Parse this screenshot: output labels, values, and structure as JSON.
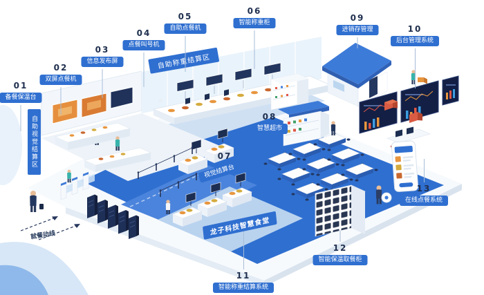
{
  "colors": {
    "accent_blue": "#2f6fd0",
    "number_navy": "#20304f",
    "floor_blue": "#2f6fd0"
  },
  "banners": {
    "weighing_area": "自助称重结算区",
    "vision_area": "自助视觉结算区",
    "floor_brand": "龙子科技智慧食堂",
    "flow_route": "就餐动线"
  },
  "callouts": {
    "c01": {
      "num": "01",
      "label": "备餐保温台"
    },
    "c02": {
      "num": "02",
      "label": "双屏点餐机"
    },
    "c03": {
      "num": "03",
      "label": "信息发布屏"
    },
    "c04": {
      "num": "04",
      "label": "点餐叫号机"
    },
    "c05": {
      "num": "05",
      "label": "自助点餐机"
    },
    "c06": {
      "num": "06",
      "label": "智能称重柜"
    },
    "c07": {
      "num": "07",
      "label": "视觉结算台"
    },
    "c08": {
      "num": "08",
      "label": "智慧超市"
    },
    "c09": {
      "num": "09",
      "label": "进销存管理"
    },
    "c10": {
      "num": "10",
      "label": "后台管理系统"
    },
    "c11": {
      "num": "11",
      "label": "智能称重结算系统"
    },
    "c12": {
      "num": "12",
      "label": "智能保温取餐柜"
    },
    "c13": {
      "num": "13",
      "label": "在线点餐系统"
    }
  }
}
